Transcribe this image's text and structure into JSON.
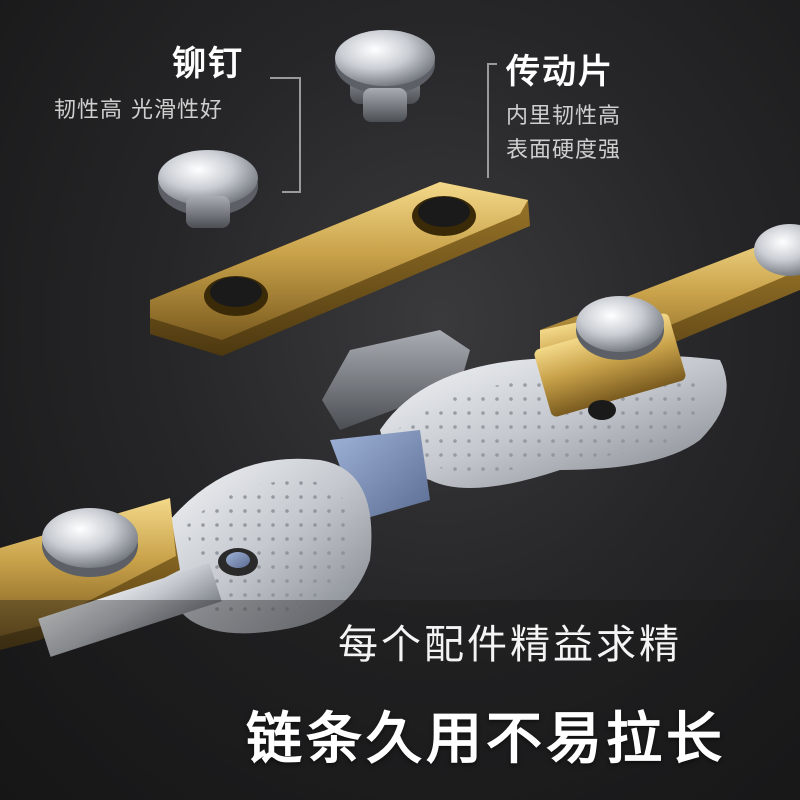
{
  "annotations": {
    "rivet": {
      "title": "铆钉",
      "subtitle": "韧性高 光滑性好",
      "icon": "rivet-icon"
    },
    "link_plate": {
      "title": "传动片",
      "subtitle_line1": "内里韧性高",
      "subtitle_line2": "表面硬度强",
      "icon": "link-plate-icon"
    }
  },
  "slogan": {
    "line1": "每个配件精益求精",
    "line2": "链条久用不易拉长"
  },
  "colors": {
    "background": "#262628",
    "gold": "#c9a24a",
    "silver": "#c8ccd2",
    "text": "#ffffff",
    "subtext": "#cfcfcf"
  }
}
